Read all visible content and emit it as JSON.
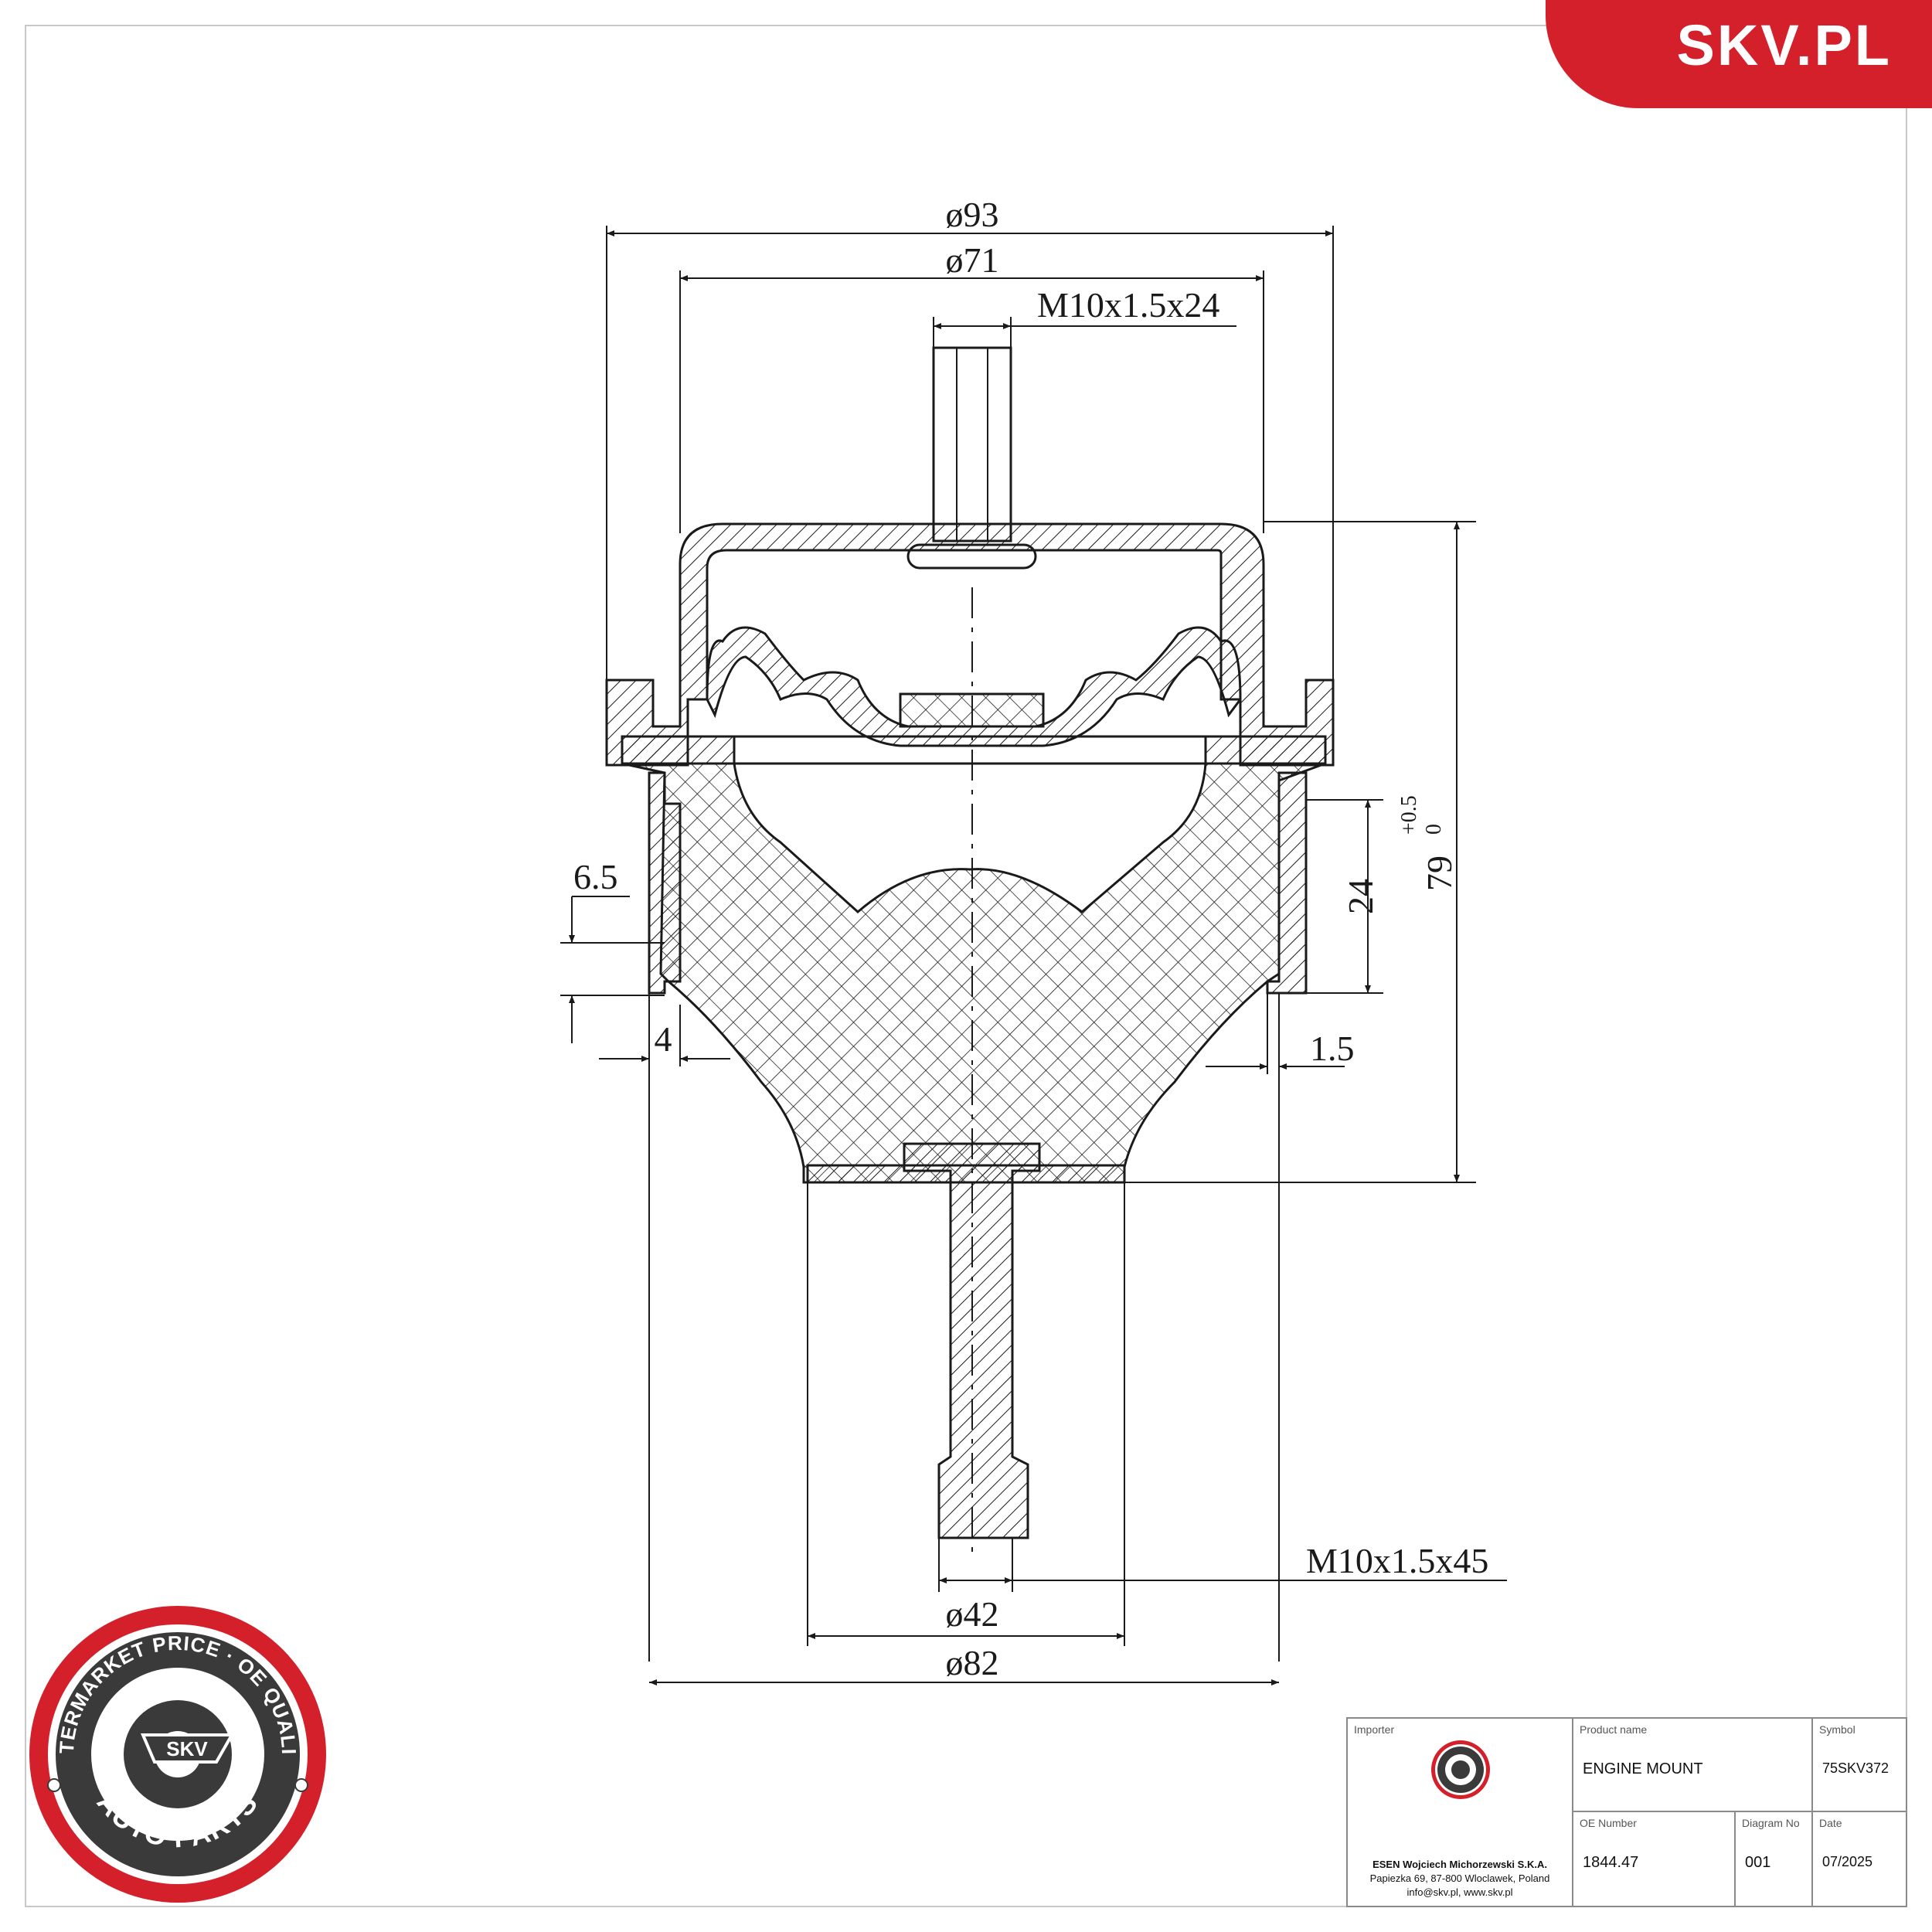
{
  "brand": {
    "site": "SKV.PL"
  },
  "dimensions": {
    "outer_diameter_top": "ø93",
    "inner_diameter_top": "ø71",
    "top_stud_thread": "M10x1.5x24",
    "left_offset": "6.5",
    "left_wall": "4",
    "collar_height": "24",
    "total_height": "79",
    "total_height_tol_upper": "+0.5",
    "total_height_tol_lower": "0",
    "right_wall": "1.5",
    "bottom_stud_thread": "M10x1.5x45",
    "bottom_base_diameter": "ø42",
    "bottom_outer_diameter": "ø82"
  },
  "badge": {
    "ring_text": "AFTERMARKET PRICE · OE QUALITY",
    "center_text": "SKV",
    "bottom_text": "AUTO PARTS"
  },
  "title_block": {
    "importer_label": "Importer",
    "importer_name": "ESEN Wojciech Michorzewski S.K.A.",
    "importer_address": "Papiezka 69, 87-800 Wloclawek, Poland",
    "importer_contact": "info@skv.pl, www.skv.pl",
    "product_label": "Product name",
    "product_value": "ENGINE MOUNT",
    "symbol_label": "Symbol",
    "symbol_value": "75SKV372",
    "oe_label": "OE Number",
    "oe_value": "1844.47",
    "diagram_label": "Diagram No",
    "diagram_value": "001",
    "date_label": "Date",
    "date_value": "07/2025"
  },
  "colors": {
    "brand_red": "#d4202a",
    "line": "#1a1a1a"
  }
}
